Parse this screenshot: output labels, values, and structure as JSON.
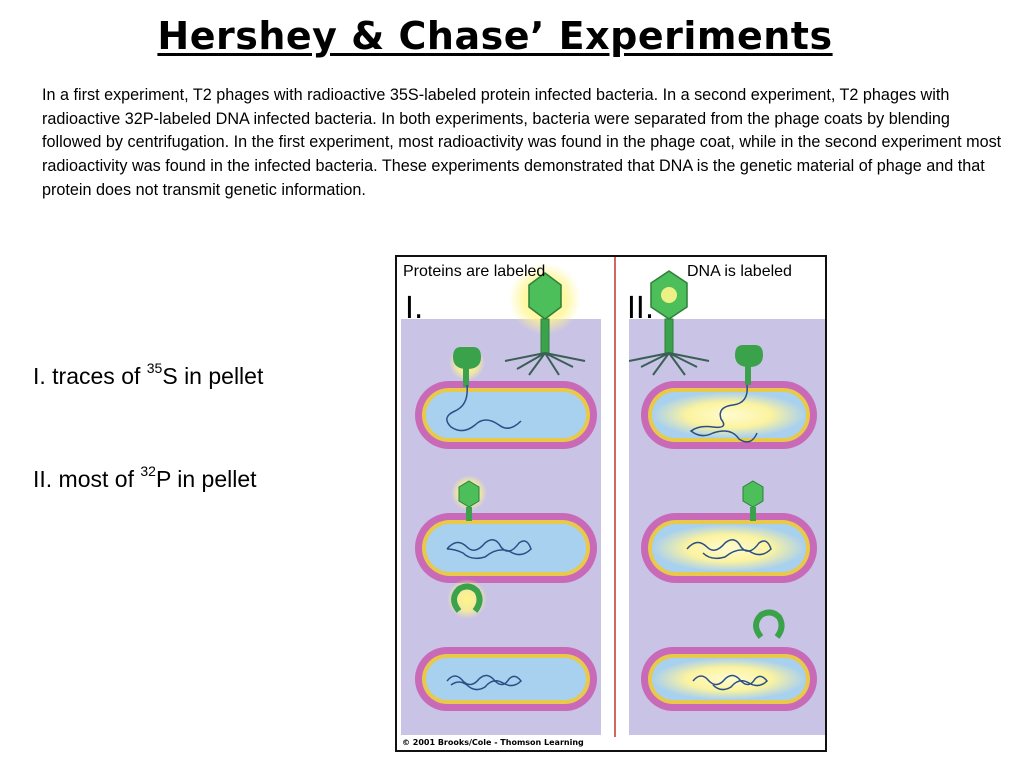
{
  "slide": {
    "title": "Hershey & Chase’ Experiments",
    "intro": "In a first experiment, T2 phages with radioactive 35S-labeled protein infected bacteria. In a second experiment, T2 phages with radioactive 32P-labeled DNA infected bacteria. In both experiments, bacteria were separated from the phage coats by blending followed by centrifugation. In the first experiment, most radioactivity was found in the phage coat, while in the second experiment most radioactivity was found in the infected bacteria. These experiments demonstrated that DNA is the genetic material of phage and that protein does not transmit genetic information."
  },
  "results": [
    {
      "prefix": "I. traces of ",
      "isotope_mass": "35",
      "suffix": "S in pellet"
    },
    {
      "prefix": "II. most of ",
      "isotope_mass": "32",
      "suffix": "P in pellet"
    }
  ],
  "figure": {
    "left_label": "Proteins are labeled",
    "right_label": "DNA is labeled",
    "left_numeral": "I.",
    "right_numeral": "II.",
    "copyright": "© 2001 Brooks/Cole - Thomson Learning"
  },
  "colors": {
    "panel_bg": "#c9c3e6",
    "cell_membrane": "#c86ab8",
    "cell_inner_ring": "#e8c94a",
    "cell_cytoplasm": "#a8d0ef",
    "phage": "#3aa24a",
    "glow": "#fff58a",
    "dna": "#2a4f86",
    "divider": "#c0392b"
  }
}
